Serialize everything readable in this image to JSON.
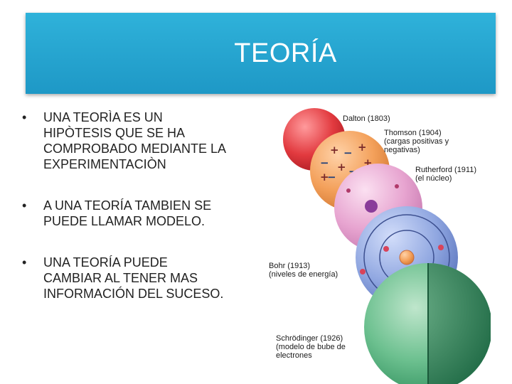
{
  "slide": {
    "title": "TEORÍA",
    "bullets": [
      {
        "line1": "UNA TEORÌA ES UN",
        "line2": "HIPÒTESIS QUE SE HA",
        "line3": "COMPROBADO MEDIANTE LA",
        "line4": "EXPERIMENTACIÒN"
      },
      {
        "line1": "A UNA TEORÍA TAMBIEN SE",
        "line2": "PUEDE LLAMAR MODELO."
      },
      {
        "line1": "UNA TEORÍA PUEDE",
        "line2": "CAMBIAR AL TENER MAS",
        "line3": "INFORMACIÓN DEL SUCESO."
      }
    ],
    "bullet_symbol": "•"
  },
  "figure": {
    "labels": {
      "dalton": "Dalton (1803)",
      "thomson_1": "Thomson (1904)",
      "thomson_2": "(cargas positivas y",
      "thomson_3": "negativas)",
      "rutherford_1": "Rutherford (1911)",
      "rutherford_2": "(el núcleo)",
      "bohr_1": "Bohr (1913)",
      "bohr_2": "(niveles de energía)",
      "schrodinger_1": "Schrödinger (1926)",
      "schrodinger_2": "(modelo de bube de",
      "schrodinger_3": "electrones"
    },
    "thomson_signs": [
      "+",
      "−",
      "+",
      "−",
      "+",
      "−",
      "+",
      "−",
      "+"
    ],
    "colors": {
      "dalton": "#e23a3f",
      "thomson": "#f3a05a",
      "rutherford": "#e7a4d0",
      "bohr": "#8fa6e0",
      "schrodinger": "#3aa571",
      "electron": "#d9435a",
      "nucleus": "#f08a5a"
    }
  }
}
